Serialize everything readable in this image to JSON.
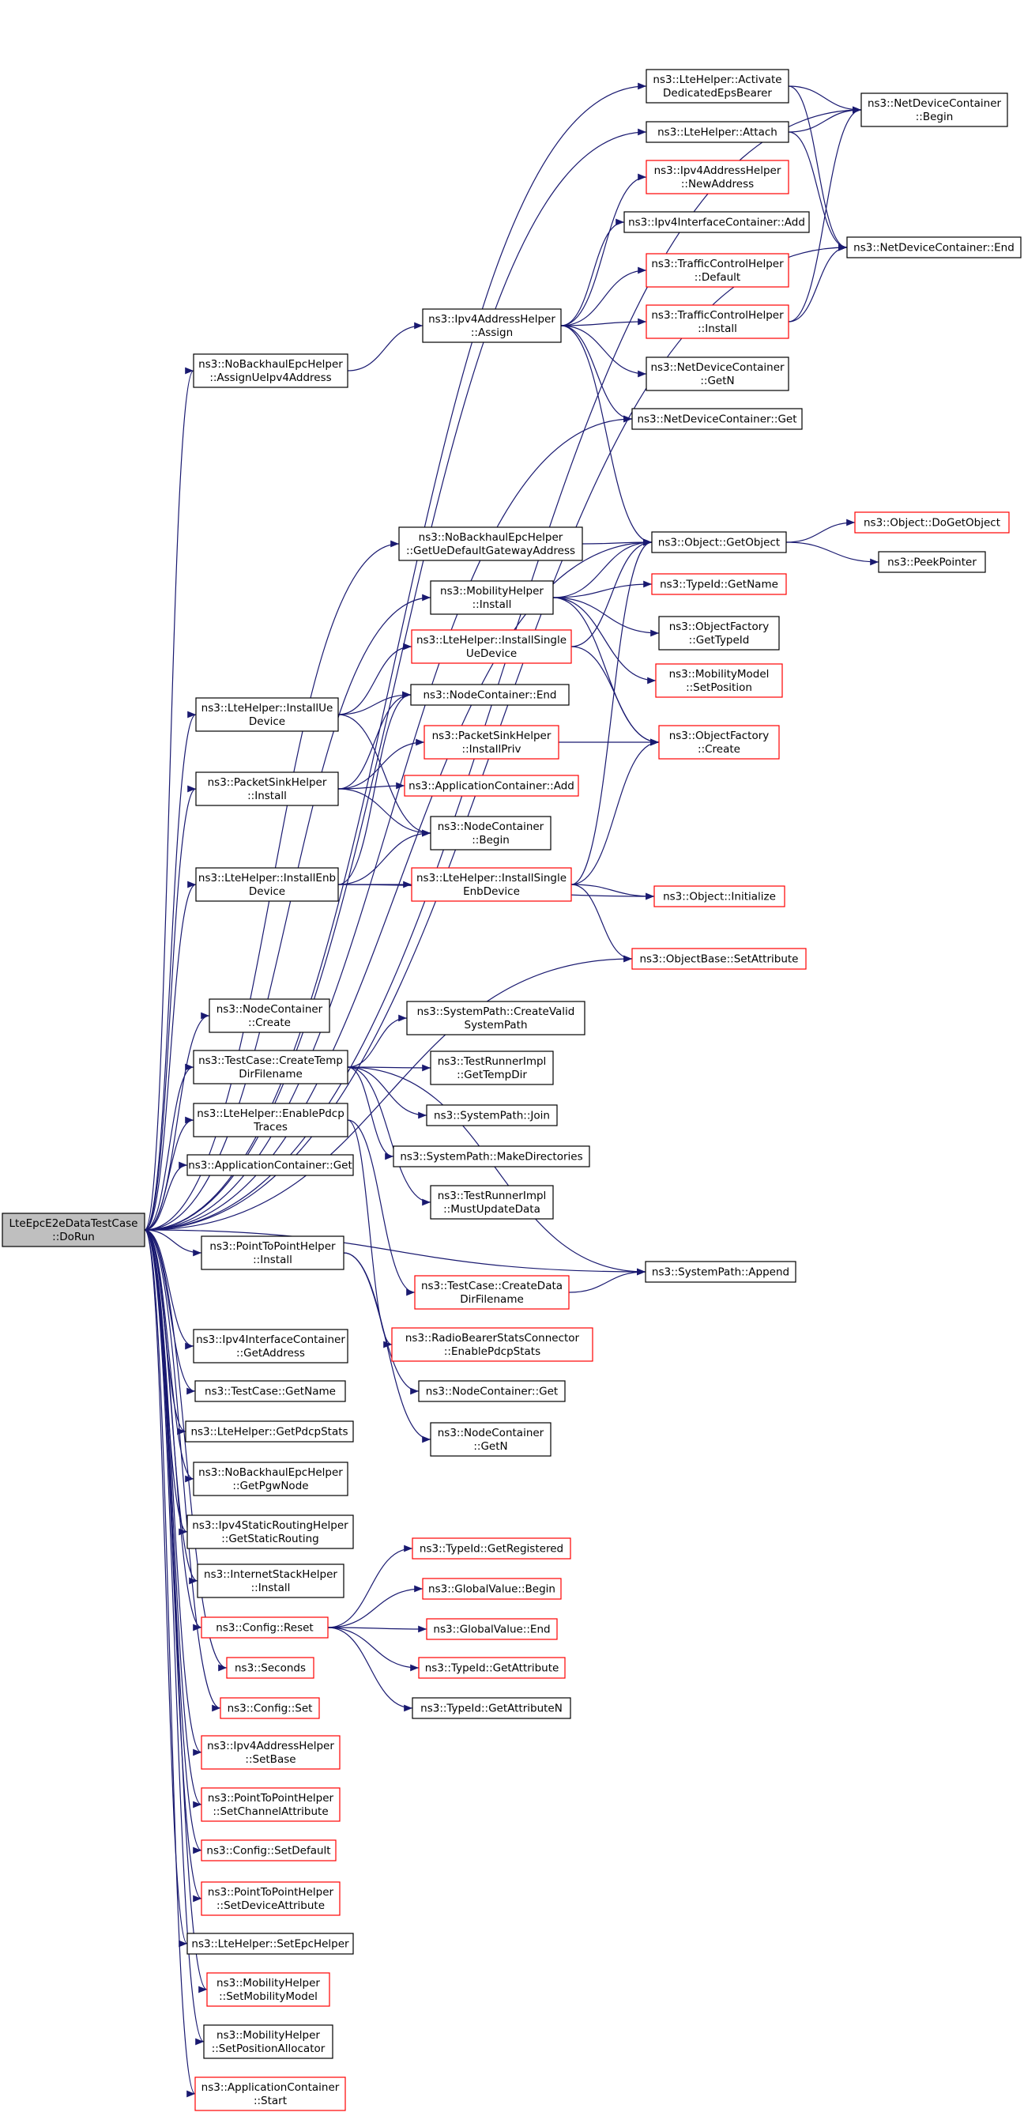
{
  "colors": {
    "edge": "#191970",
    "box_black": "#000000",
    "box_red": "#ff0000",
    "root_fill": "#bfbfbf"
  },
  "nodes": [
    {
      "id": "root",
      "lines": [
        "LteEpcE2eDataTestCase",
        "::DoRun"
      ],
      "style": "root"
    },
    {
      "id": "activate",
      "lines": [
        "ns3::LteHelper::Activate",
        "DedicatedEpsBearer"
      ],
      "style": "black"
    },
    {
      "id": "ndcBegin",
      "lines": [
        "ns3::NetDeviceContainer",
        "::Begin"
      ],
      "style": "black"
    },
    {
      "id": "attach",
      "lines": [
        "ns3::LteHelper::Attach"
      ],
      "style": "black"
    },
    {
      "id": "newAddr",
      "lines": [
        "ns3::Ipv4AddressHelper",
        "::NewAddress"
      ],
      "style": "red"
    },
    {
      "id": "ipv4icAdd",
      "lines": [
        "ns3::Ipv4InterfaceContainer::Add"
      ],
      "style": "black"
    },
    {
      "id": "ndcEnd",
      "lines": [
        "ns3::NetDeviceContainer::End"
      ],
      "style": "black"
    },
    {
      "id": "tchDefault",
      "lines": [
        "ns3::TrafficControlHelper",
        "::Default"
      ],
      "style": "red"
    },
    {
      "id": "tchInstall",
      "lines": [
        "ns3::TrafficControlHelper",
        "::Install"
      ],
      "style": "red"
    },
    {
      "id": "assignUe",
      "lines": [
        "ns3::NoBackhaulEpcHelper",
        "::AssignUeIpv4Address"
      ],
      "style": "black"
    },
    {
      "id": "ipv4Assign",
      "lines": [
        "ns3::Ipv4AddressHelper",
        "::Assign"
      ],
      "style": "black"
    },
    {
      "id": "ndcGetN",
      "lines": [
        "ns3::NetDeviceContainer",
        "::GetN"
      ],
      "style": "black"
    },
    {
      "id": "ndcGet",
      "lines": [
        "ns3::NetDeviceContainer::Get"
      ],
      "style": "black"
    },
    {
      "id": "getUeGw",
      "lines": [
        "ns3::NoBackhaulEpcHelper",
        "::GetUeDefaultGatewayAddress"
      ],
      "style": "black"
    },
    {
      "id": "getObject",
      "lines": [
        "ns3::Object::GetObject"
      ],
      "style": "black"
    },
    {
      "id": "doGetObject",
      "lines": [
        "ns3::Object::DoGetObject"
      ],
      "style": "red"
    },
    {
      "id": "peekPointer",
      "lines": [
        "ns3::PeekPointer"
      ],
      "style": "black"
    },
    {
      "id": "mobInstall",
      "lines": [
        "ns3::MobilityHelper",
        "::Install"
      ],
      "style": "black"
    },
    {
      "id": "typeIdGetName",
      "lines": [
        "ns3::TypeId::GetName"
      ],
      "style": "red"
    },
    {
      "id": "installSingleUe",
      "lines": [
        "ns3::LteHelper::InstallSingle",
        "UeDevice"
      ],
      "style": "red"
    },
    {
      "id": "ofGetTypeId",
      "lines": [
        "ns3::ObjectFactory",
        "::GetTypeId"
      ],
      "style": "black"
    },
    {
      "id": "mmSetPos",
      "lines": [
        "ns3::MobilityModel",
        "::SetPosition"
      ],
      "style": "red"
    },
    {
      "id": "installUe",
      "lines": [
        "ns3::LteHelper::InstallUe",
        "Device"
      ],
      "style": "black"
    },
    {
      "id": "ncEnd",
      "lines": [
        "ns3::NodeContainer::End"
      ],
      "style": "black"
    },
    {
      "id": "psInstallPriv",
      "lines": [
        "ns3::PacketSinkHelper",
        "::InstallPriv"
      ],
      "style": "red"
    },
    {
      "id": "ofCreate",
      "lines": [
        "ns3::ObjectFactory",
        "::Create"
      ],
      "style": "red"
    },
    {
      "id": "psInstall",
      "lines": [
        "ns3::PacketSinkHelper",
        "::Install"
      ],
      "style": "black"
    },
    {
      "id": "appAdd",
      "lines": [
        "ns3::ApplicationContainer::Add"
      ],
      "style": "red"
    },
    {
      "id": "ncBegin",
      "lines": [
        "ns3::NodeContainer",
        "::Begin"
      ],
      "style": "black"
    },
    {
      "id": "installEnb",
      "lines": [
        "ns3::LteHelper::InstallEnb",
        "Device"
      ],
      "style": "black"
    },
    {
      "id": "installSingleEnb",
      "lines": [
        "ns3::LteHelper::InstallSingle",
        "EnbDevice"
      ],
      "style": "red"
    },
    {
      "id": "objInit",
      "lines": [
        "ns3::Object::Initialize"
      ],
      "style": "red"
    },
    {
      "id": "obSetAttr",
      "lines": [
        "ns3::ObjectBase::SetAttribute"
      ],
      "style": "red"
    },
    {
      "id": "ncCreate",
      "lines": [
        "ns3::NodeContainer",
        "::Create"
      ],
      "style": "black"
    },
    {
      "id": "createTemp",
      "lines": [
        "ns3::TestCase::CreateTemp",
        "DirFilename"
      ],
      "style": "black"
    },
    {
      "id": "spCreateValid",
      "lines": [
        "ns3::SystemPath::CreateValid",
        "SystemPath"
      ],
      "style": "black"
    },
    {
      "id": "trGetTempDir",
      "lines": [
        "ns3::TestRunnerImpl",
        "::GetTempDir"
      ],
      "style": "black"
    },
    {
      "id": "enablePdcp",
      "lines": [
        "ns3::LteHelper::EnablePdcp",
        "Traces"
      ],
      "style": "black"
    },
    {
      "id": "spJoin",
      "lines": [
        "ns3::SystemPath::Join"
      ],
      "style": "black"
    },
    {
      "id": "spMakeDirs",
      "lines": [
        "ns3::SystemPath::MakeDirectories"
      ],
      "style": "black"
    },
    {
      "id": "appGet",
      "lines": [
        "ns3::ApplicationContainer::Get"
      ],
      "style": "black"
    },
    {
      "id": "trMustUpdate",
      "lines": [
        "ns3::TestRunnerImpl",
        "::MustUpdateData"
      ],
      "style": "black"
    },
    {
      "id": "p2pInstall",
      "lines": [
        "ns3::PointToPointHelper",
        "::Install"
      ],
      "style": "black"
    },
    {
      "id": "spAppend",
      "lines": [
        "ns3::SystemPath::Append"
      ],
      "style": "black"
    },
    {
      "id": "createData",
      "lines": [
        "ns3::TestCase::CreateData",
        "DirFilename"
      ],
      "style": "red"
    },
    {
      "id": "rbsEnable",
      "lines": [
        "ns3::RadioBearerStatsConnector",
        "::EnablePdcpStats"
      ],
      "style": "red"
    },
    {
      "id": "ipv4icGetAddr",
      "lines": [
        "ns3::Ipv4InterfaceContainer",
        "::GetAddress"
      ],
      "style": "black"
    },
    {
      "id": "tcGetName",
      "lines": [
        "ns3::TestCase::GetName"
      ],
      "style": "black"
    },
    {
      "id": "ncGet",
      "lines": [
        "ns3::NodeContainer::Get"
      ],
      "style": "black"
    },
    {
      "id": "getPdcpStats",
      "lines": [
        "ns3::LteHelper::GetPdcpStats"
      ],
      "style": "black"
    },
    {
      "id": "ncGetN",
      "lines": [
        "ns3::NodeContainer",
        "::GetN"
      ],
      "style": "black"
    },
    {
      "id": "getPgwNode",
      "lines": [
        "ns3::NoBackhaulEpcHelper",
        "::GetPgwNode"
      ],
      "style": "black"
    },
    {
      "id": "getStaticRouting",
      "lines": [
        "ns3::Ipv4StaticRoutingHelper",
        "::GetStaticRouting"
      ],
      "style": "black"
    },
    {
      "id": "ishInstall",
      "lines": [
        "ns3::InternetStackHelper",
        "::Install"
      ],
      "style": "black"
    },
    {
      "id": "typeIdGetRegistered",
      "lines": [
        "ns3::TypeId::GetRegistered"
      ],
      "style": "red"
    },
    {
      "id": "gvBegin",
      "lines": [
        "ns3::GlobalValue::Begin"
      ],
      "style": "red"
    },
    {
      "id": "configReset",
      "lines": [
        "ns3::Config::Reset"
      ],
      "style": "red"
    },
    {
      "id": "gvEnd",
      "lines": [
        "ns3::GlobalValue::End"
      ],
      "style": "red"
    },
    {
      "id": "typeIdGetAttr",
      "lines": [
        "ns3::TypeId::GetAttribute"
      ],
      "style": "red"
    },
    {
      "id": "seconds",
      "lines": [
        "ns3::Seconds"
      ],
      "style": "red"
    },
    {
      "id": "typeIdGetAttrN",
      "lines": [
        "ns3::TypeId::GetAttributeN"
      ],
      "style": "black"
    },
    {
      "id": "configSet",
      "lines": [
        "ns3::Config::Set"
      ],
      "style": "red"
    },
    {
      "id": "ipv4SetBase",
      "lines": [
        "ns3::Ipv4AddressHelper",
        "::SetBase"
      ],
      "style": "red"
    },
    {
      "id": "p2pSetChannel",
      "lines": [
        "ns3::PointToPointHelper",
        "::SetChannelAttribute"
      ],
      "style": "red"
    },
    {
      "id": "configSetDefault",
      "lines": [
        "ns3::Config::SetDefault"
      ],
      "style": "red"
    },
    {
      "id": "p2pSetDevice",
      "lines": [
        "ns3::PointToPointHelper",
        "::SetDeviceAttribute"
      ],
      "style": "red"
    },
    {
      "id": "setEpcHelper",
      "lines": [
        "ns3::LteHelper::SetEpcHelper"
      ],
      "style": "black"
    },
    {
      "id": "setMobModel",
      "lines": [
        "ns3::MobilityHelper",
        "::SetMobilityModel"
      ],
      "style": "red"
    },
    {
      "id": "setPosAlloc",
      "lines": [
        "ns3::MobilityHelper",
        "::SetPositionAllocator"
      ],
      "style": "black"
    },
    {
      "id": "appStart",
      "lines": [
        "ns3::ApplicationContainer",
        "::Start"
      ],
      "style": "red"
    }
  ]
}
